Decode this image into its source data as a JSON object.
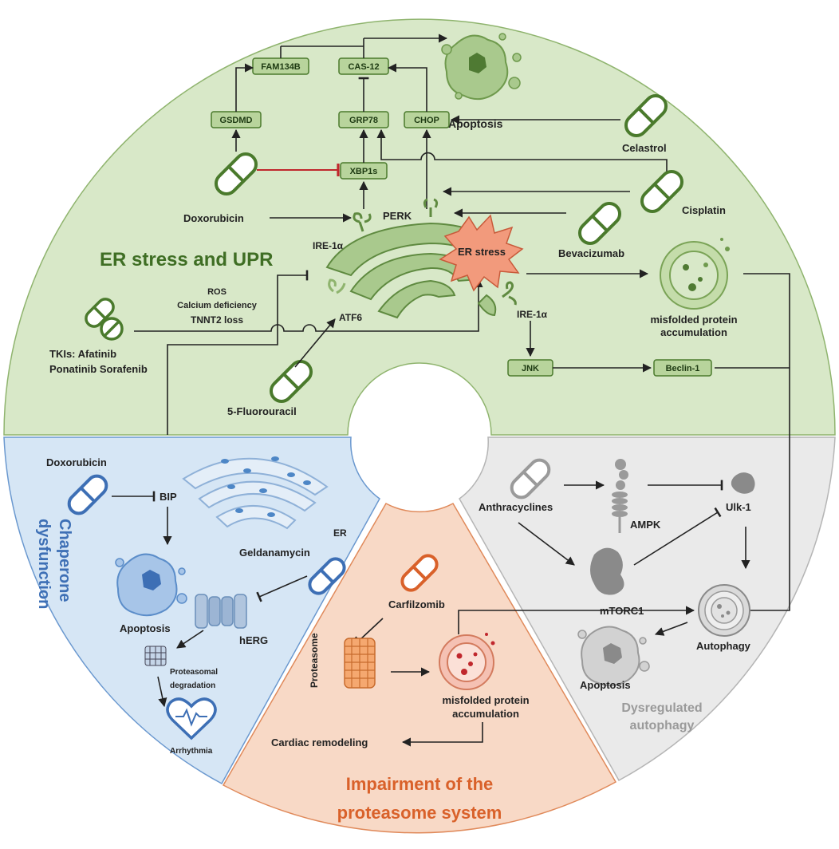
{
  "sections": {
    "er_stress_upr": {
      "title": "ER stress and UPR",
      "color": "#d8e8c8",
      "accent": "#4a7a2c",
      "boxes": {
        "fam134b": "FAM134B",
        "cas12": "CAS-12",
        "gsdmd": "GSDMD",
        "grp78": "GRP78",
        "chop": "CHOP",
        "xbp1s": "XBP1s",
        "jnk": "JNK",
        "beclin1": "Beclin-1"
      },
      "labels": {
        "apoptosis": "Apoptosis",
        "celastrol": "Celastrol",
        "doxorubicin": "Doxorubicin",
        "cisplatin": "Cisplatin",
        "bevacizumab": "Bevacizumab",
        "perk": "PERK",
        "ire1a_top": "IRE-1α",
        "ire1a_bottom": "IRE-1α",
        "er_stress": "ER stress",
        "atf6": "ATF6",
        "ros": "ROS",
        "calcium": "Calcium deficiency",
        "tnnt2": "TNNT2 loss",
        "tkis_1": "TKIs: Afatinib",
        "tkis_2": "Ponatinib Sorafenib",
        "fluorouracil": "5-Fluorouracil",
        "misfolded_1": "misfolded protein",
        "misfolded_2": "accumulation"
      }
    },
    "chaperone": {
      "title_1": "Chaperone",
      "title_2": "dysfunction",
      "color": "#d6e6f5",
      "accent": "#3d6fb5",
      "labels": {
        "doxorubicin": "Doxorubicin",
        "bip": "BIP",
        "er": "ER",
        "geldanamycin": "Geldanamycin",
        "apoptosis": "Apoptosis",
        "herg": "hERG",
        "proteasomal_1": "Proteasomal",
        "proteasomal_2": "degradation",
        "arrhythmia": "Arrhythmia"
      }
    },
    "proteasome": {
      "title_1": "Impairment of the",
      "title_2": "proteasome system",
      "color": "#f8d9c6",
      "accent": "#d9612a",
      "labels": {
        "carfilzomib": "Carfilzomib",
        "proteasome": "Proteasome",
        "misfolded_1": "misfolded protein",
        "misfolded_2": "accumulation",
        "cardiac": "Cardiac remodeling"
      }
    },
    "autophagy": {
      "title_1": "Dysregulated",
      "title_2": "autophagy",
      "color": "#eaeaea",
      "accent": "#9a9a9a",
      "labels": {
        "anthracyclines": "Anthracyclines",
        "ampk": "AMPK",
        "ulk1": "Ulk-1",
        "mtorc1": "mTORC1",
        "autophagy": "Autophagy",
        "apoptosis": "Apoptosis"
      }
    }
  }
}
